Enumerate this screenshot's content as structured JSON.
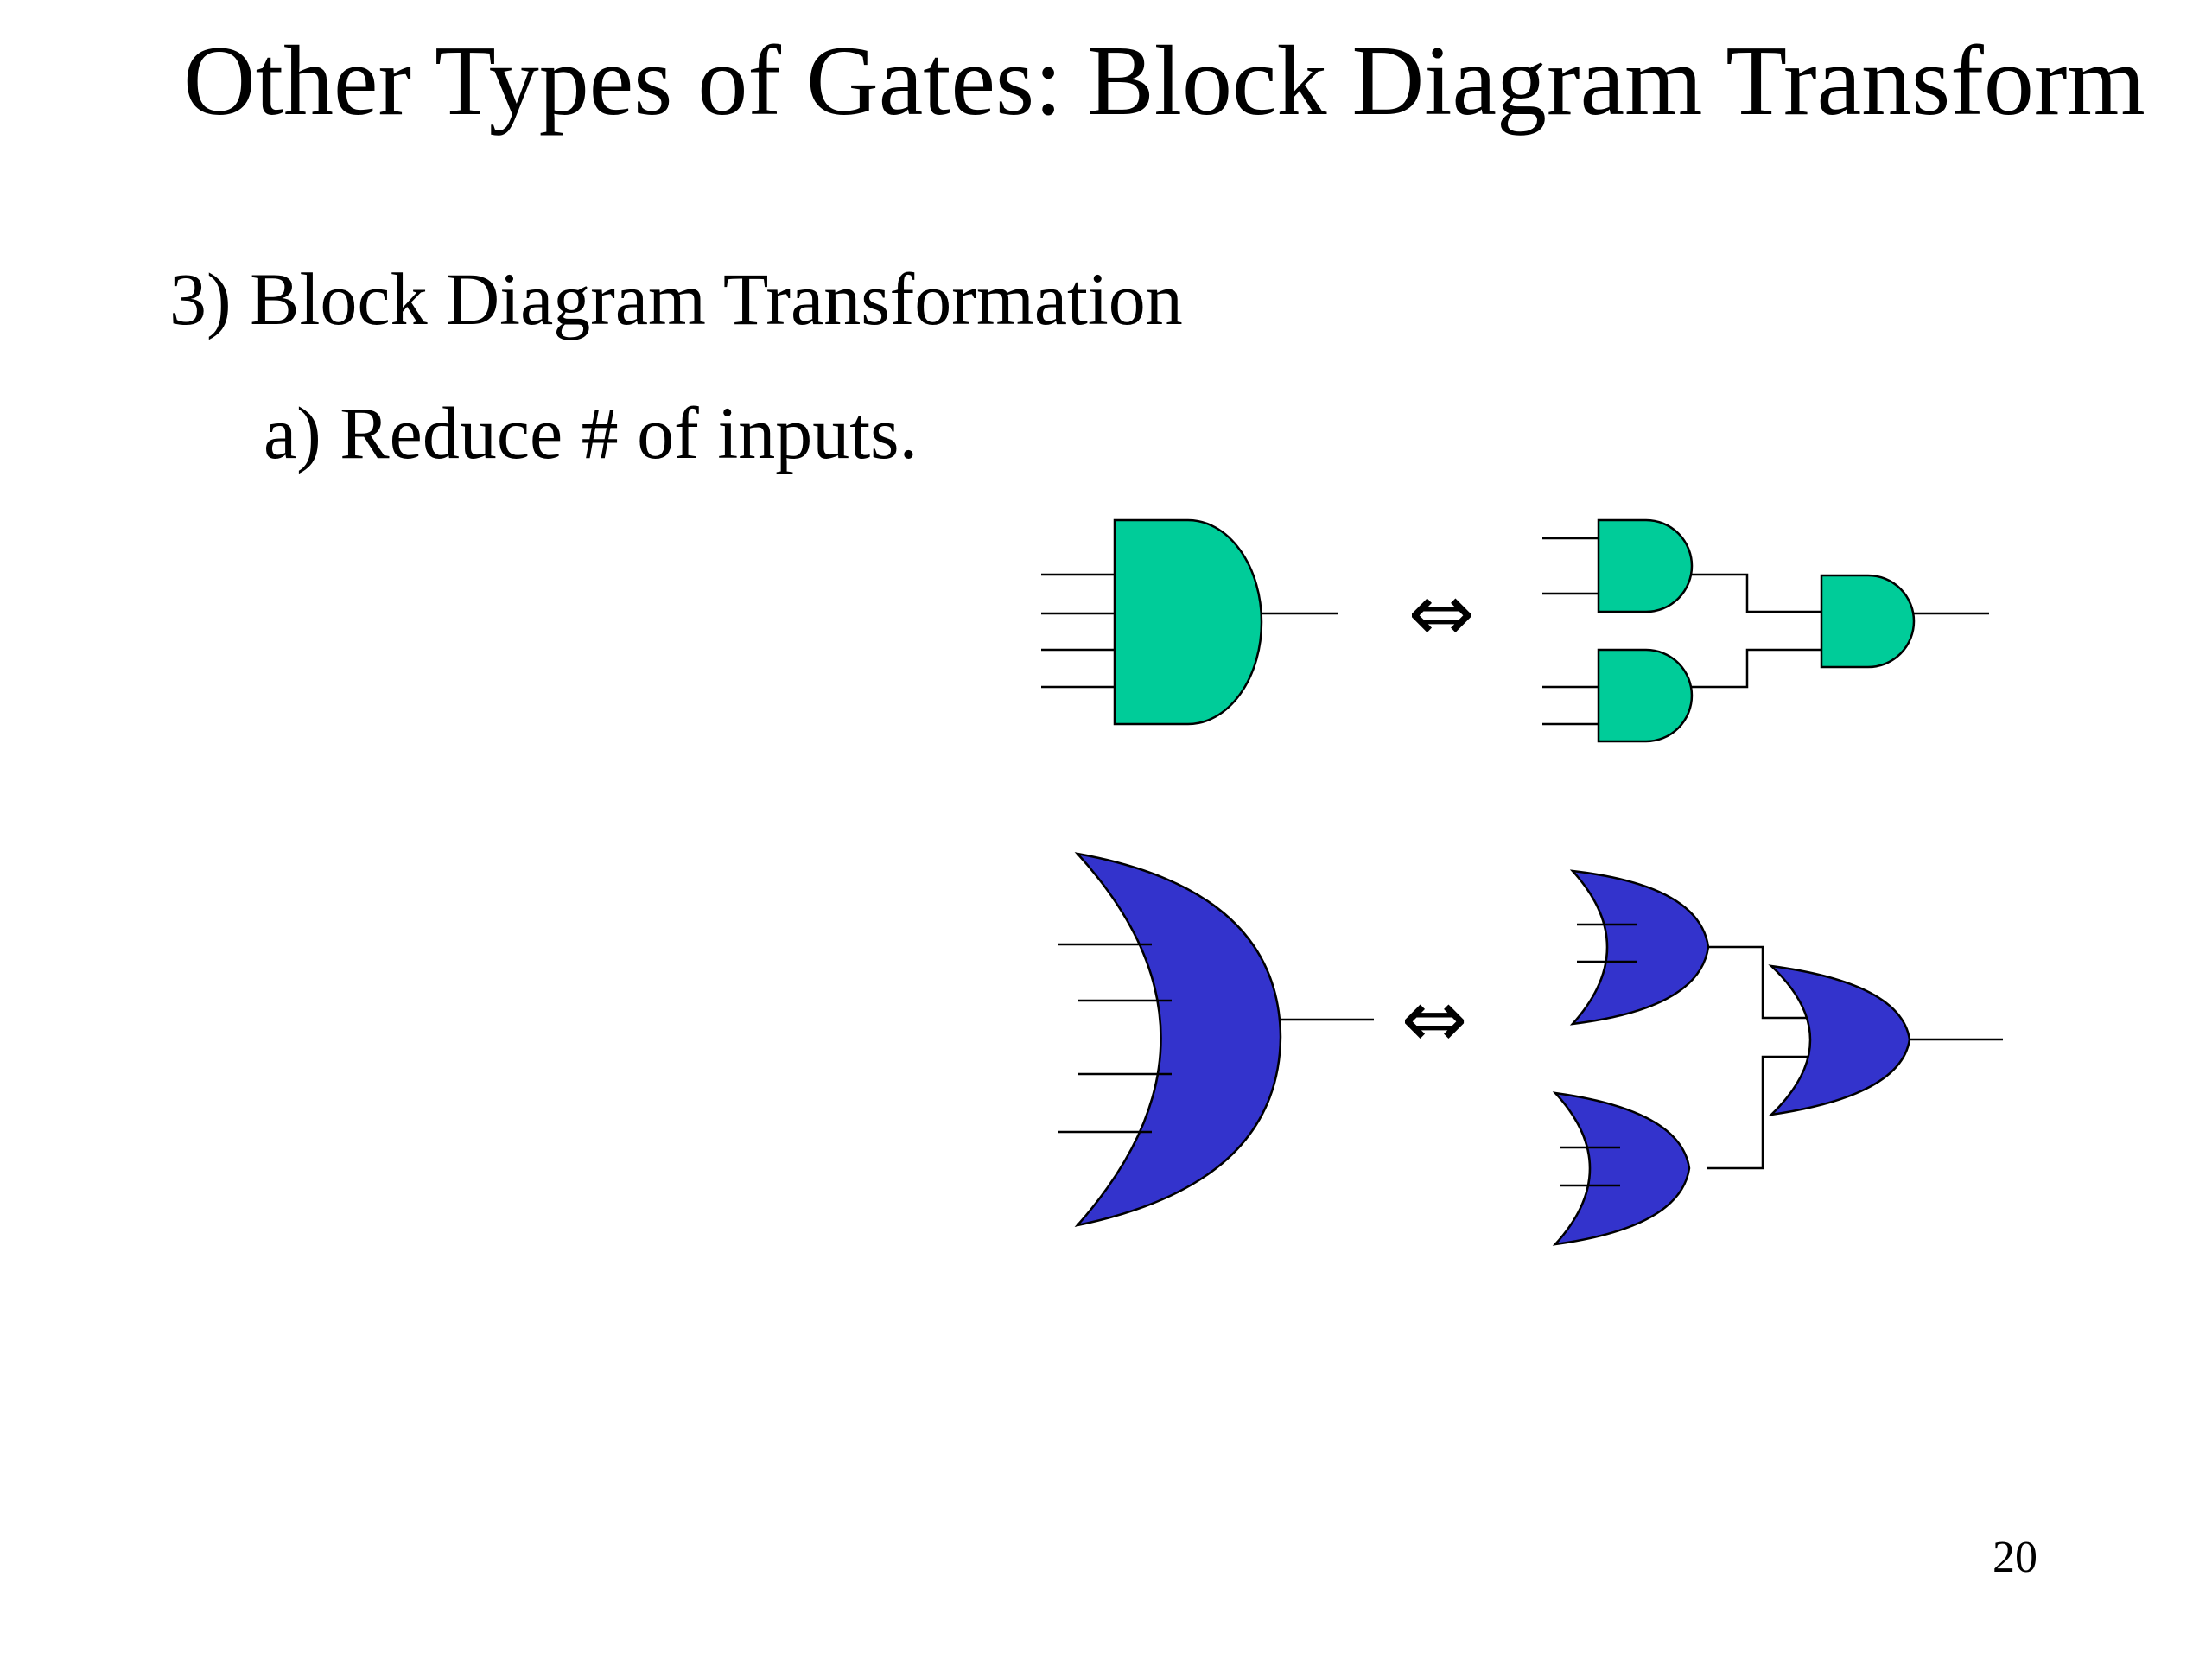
{
  "slide": {
    "title": "Other Types of Gates: Block Diagram Transform",
    "heading": "3) Block Diagram Transformation",
    "subheading": "a) Reduce # of inputs.",
    "page_number": "20"
  },
  "diagram": {
    "equivalence_symbol": "⇔",
    "colors": {
      "and_gate_fill": "#00CC99",
      "or_gate_fill": "#3333CC",
      "wire": "#000000"
    },
    "rows": [
      {
        "gate_type": "AND",
        "single_gate_inputs": 4,
        "cascade_first_stage_gates": 2,
        "cascade_inputs_per_gate": 2
      },
      {
        "gate_type": "OR",
        "single_gate_inputs": 4,
        "cascade_first_stage_gates": 2,
        "cascade_inputs_per_gate": 2
      }
    ]
  }
}
